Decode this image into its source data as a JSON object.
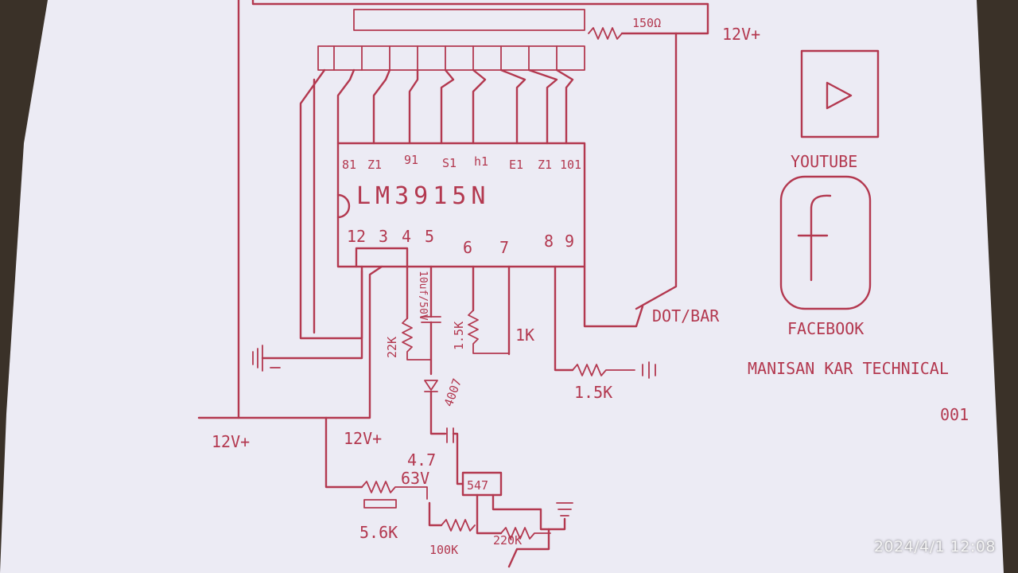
{
  "chip": {
    "part": "LM3915N",
    "top_pins": [
      "81",
      "Z1",
      "91",
      "S1",
      "h1",
      "E1",
      "Z1",
      "101"
    ],
    "bottom_pins": [
      "12",
      "3",
      "4",
      "5",
      "6",
      "7",
      "8",
      "9"
    ]
  },
  "labels": {
    "top_resistor": "150Ω",
    "supply_top": "12V+",
    "supply_left": "12V+",
    "supply_mid": "12V+",
    "cap_10uf": "10uf/50V",
    "r_22k": "22K",
    "r_1k5_vert": "1.5K",
    "r_1k": "1K",
    "r_1k5_horiz": "1.5K",
    "diode": "4007",
    "cap_4_7": "4.7",
    "cap_63v": "63V",
    "transistor": "547",
    "r_5_6k": "5.6K",
    "r_100k": "100K",
    "r_220k": "220K",
    "dot_bar": "DOT/BAR"
  },
  "social": {
    "youtube": "YOUTUBE",
    "facebook": "FACEBOOK",
    "channel": "MANISAN KAR TECHNICAL",
    "channel_number": "001"
  },
  "timestamp": "2024/4/1 12:08",
  "colors": {
    "ink": "#b3384f",
    "paper": "#ecebf4",
    "background": "#3a3128"
  }
}
